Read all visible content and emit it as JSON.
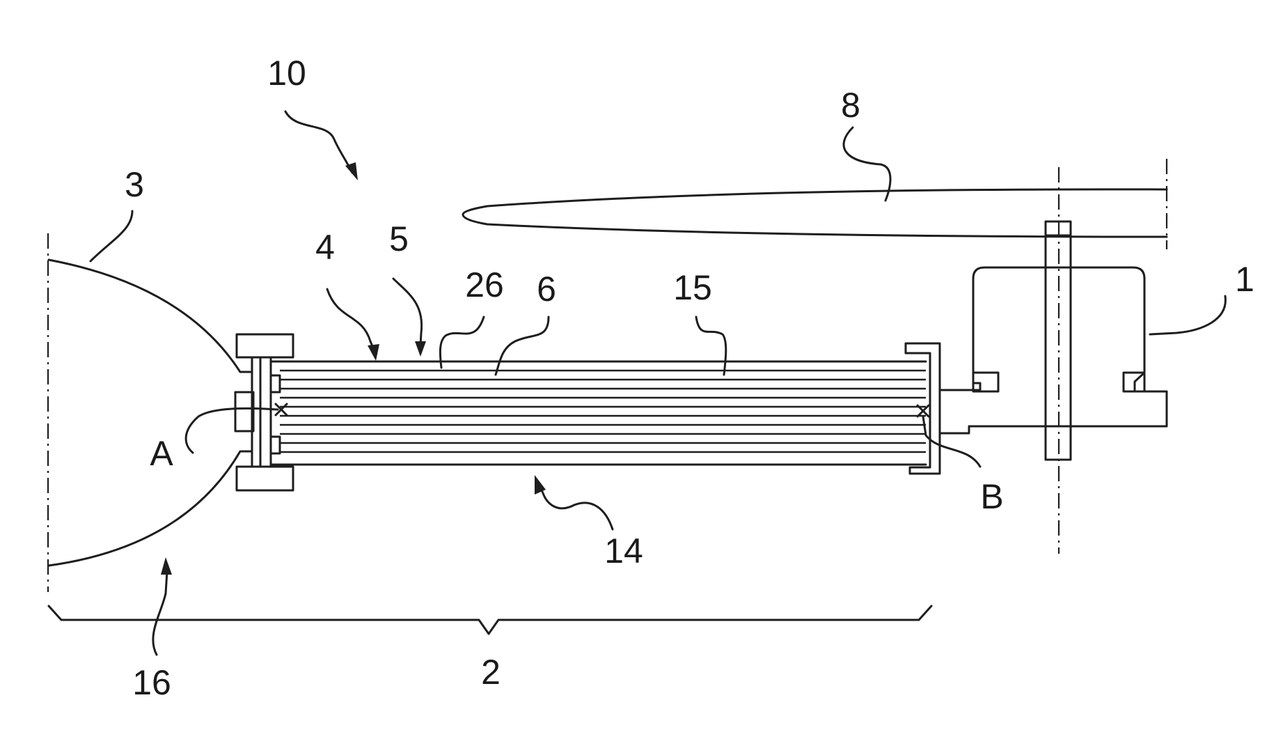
{
  "labels": {
    "l10": "10",
    "l8": "8",
    "l3": "3",
    "l4": "4",
    "l5": "5",
    "l26": "26",
    "l6": "6",
    "l15": "15",
    "l1": "1",
    "lA": "A",
    "lB": "B",
    "l14": "14",
    "l16": "16",
    "l2": "2"
  }
}
